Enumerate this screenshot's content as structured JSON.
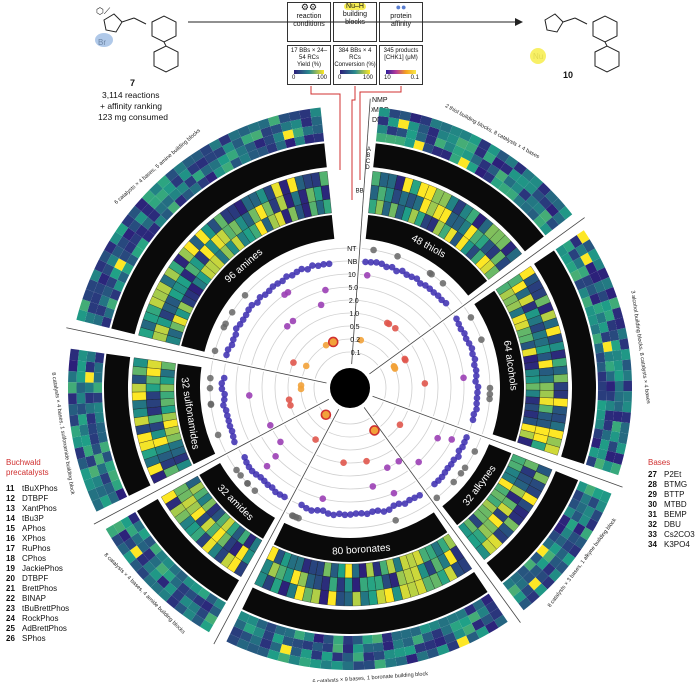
{
  "header": {
    "compound_left": "7",
    "compound_right": "10",
    "summary": [
      "3,114 reactions",
      "+ affinity ranking",
      "123 mg consumed"
    ],
    "boxes": [
      {
        "title": "reaction conditions",
        "sub": "17 BBs × 24–54 RCs",
        "scale_label": "Yield (%)",
        "min": "0",
        "max": "100"
      },
      {
        "title": "building blocks",
        "sub": "384 BBs × 4 RCs",
        "scale_label": "Conversion (%)",
        "min": "0",
        "max": "100"
      },
      {
        "title": "protein affinity",
        "sub": "345 products",
        "scale_label": "[CHK1] (μM)",
        "min": "10",
        "max": "0.1"
      }
    ],
    "nu_h": "Nu–H",
    "br": "Br",
    "nu": "Nu"
  },
  "solvents": [
    "NMP",
    "DMSO",
    "DMF"
  ],
  "sectors": [
    {
      "label": "96 amines",
      "ring_note": "6 catalysts × 4 bases, 5 amine building blocks"
    },
    {
      "label": "48 thiols",
      "ring_note": "2 thiol building blocks, 8 catalysts × 4 bases"
    },
    {
      "label": "64 alcohols",
      "ring_note": "3 alcohol building blocks, 8 catalysts × 4 bases"
    },
    {
      "label": "32 alkynes",
      "ring_note": "8 catalysts × 3 bases, 1 alkyne building block"
    },
    {
      "label": "80 boronates",
      "ring_note": "6 catalysts × 9 bases, 1 boronate building block"
    },
    {
      "label": "32 amides",
      "ring_note": "8 catalysts × 4 bases, 4 amide building blocks"
    },
    {
      "label": "32 sulfonamides",
      "ring_note": "8 catalysts × 4 bases, 1 sulfonamide building block"
    }
  ],
  "radial_ticks": [
    "NT",
    "NB",
    "10",
    "5.0",
    "2.0",
    "1.0",
    "0.5",
    "0.2",
    "0.1"
  ],
  "condition_codes": [
    "A",
    "B",
    "C",
    "D"
  ],
  "bb_label": "BB",
  "legend_left": {
    "title": [
      "Buchwald",
      "precatalysts"
    ],
    "items": [
      {
        "n": "11",
        "name": "tBuXPhos"
      },
      {
        "n": "12",
        "name": "DTBPF"
      },
      {
        "n": "13",
        "name": "XantPhos"
      },
      {
        "n": "14",
        "name": "tBu3P"
      },
      {
        "n": "15",
        "name": "APhos"
      },
      {
        "n": "16",
        "name": "XPhos"
      },
      {
        "n": "17",
        "name": "RuPhos"
      },
      {
        "n": "18",
        "name": "CPhos"
      },
      {
        "n": "19",
        "name": "JackiePhos"
      },
      {
        "n": "20",
        "name": "DTBPF"
      },
      {
        "n": "21",
        "name": "BrettPhos"
      },
      {
        "n": "22",
        "name": "BINAP"
      },
      {
        "n": "23",
        "name": "tBuBrettPhos"
      },
      {
        "n": "24",
        "name": "RockPhos"
      },
      {
        "n": "25",
        "name": "AdBrettPhos"
      },
      {
        "n": "26",
        "name": "SPhos"
      }
    ]
  },
  "legend_right": {
    "title": [
      "Bases"
    ],
    "items": [
      {
        "n": "27",
        "name": "P2Et"
      },
      {
        "n": "28",
        "name": "BTMG"
      },
      {
        "n": "29",
        "name": "BTTP"
      },
      {
        "n": "30",
        "name": "MTBD"
      },
      {
        "n": "31",
        "name": "BEMP"
      },
      {
        "n": "32",
        "name": "DBU"
      },
      {
        "n": "33",
        "name": "Cs2CO3"
      },
      {
        "n": "34",
        "name": "K3PO4"
      }
    ]
  },
  "colors": {
    "heat_low": "#2c1f7a",
    "heat_mid": "#1fa187",
    "heat_high": "#fde725",
    "ring_black": "#0a0a0a",
    "accent_red": "#d03030",
    "dot_dark": "#3b2bb0",
    "dot_mid": "#9b3fb5",
    "dot_warm": "#e0574c",
    "dot_hot": "#f2a23a",
    "dot_grey": "#666666"
  }
}
